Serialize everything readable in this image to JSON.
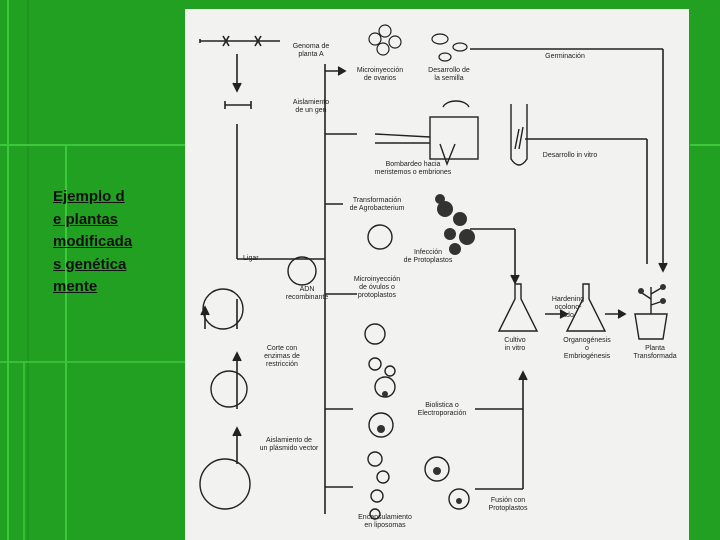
{
  "slide": {
    "caption": "Ejemplo de plantas modificadas genéticamente",
    "colors": {
      "background": "#22a022",
      "frame_line": "#3cc83c",
      "figure_bg": "#f2f2f0",
      "ink": "#222222"
    }
  },
  "figure": {
    "labels": {
      "genome": "Genoma de\nplanta A",
      "microinjection_ovules": "Microinyección\nde ovarios",
      "ovule_development": "Desarrollo de\nla semilla",
      "germination": "Germinación",
      "gene_isolation": "Aislamiento\nde un gen",
      "bombardment": "Bombardeo hacia\nmeristemos o embriones",
      "in_vitro_development": "Desarrollo in vitro",
      "agro_transformation": "Transformación\nde Agrobacterium",
      "protoplast_infection": "Infección\nde Protoplastos",
      "ligase": "Ligar",
      "recombinant_dna": "ADN\nrecombinante",
      "protoplast_microinjection": "Microinyección\nde óvulos o\nprotoplastos",
      "hardening": "Hardening\nocolono-\nado",
      "cut_enzymes": "Corte con\nenzimas de\nrestricción",
      "culture_in_vitro": "Cultivo\nin vitro",
      "organogenesis": "Organogénesis\no\nEmbriogénesis",
      "transformed_plant": "Planta\nTransformada",
      "electroporation": "Biolistica o\nElectroporación",
      "plasmid_isolation": "Aislamiento de\nun plásmido vector",
      "protoplast_fusion": "Fusión con\nProtoplastos",
      "liposome_encapsulation": "Encapsulamiento\nen liposomas"
    }
  }
}
